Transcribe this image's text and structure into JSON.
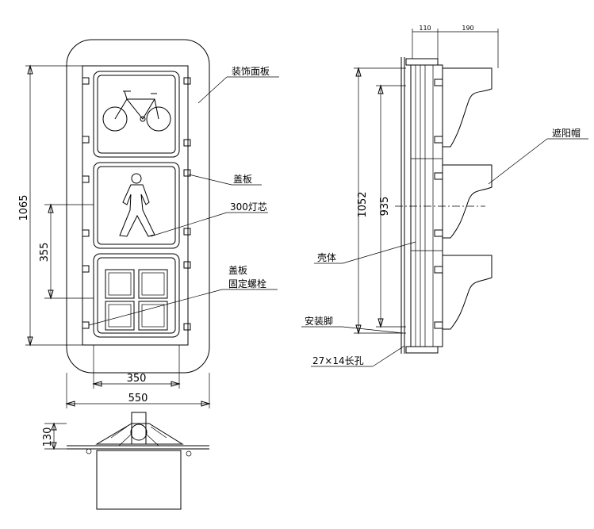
{
  "dimensions": {
    "height_total": "1065",
    "spacing": "355",
    "lamp_width": "350",
    "panel_width": "550",
    "side_height": "1052",
    "side_spacing": "935",
    "depth_a": "110",
    "depth_b": "190",
    "bottom_height": "130"
  },
  "labels": {
    "decor_panel": "装饰面板",
    "cover": "盖板",
    "lamp_core": "300灯芯",
    "cover2": "盖板",
    "fix_bolt": "固定螺栓",
    "visor": "遮阳帽",
    "housing": "壳体",
    "mount_foot": "安装脚",
    "slot": "27×14长孔"
  }
}
